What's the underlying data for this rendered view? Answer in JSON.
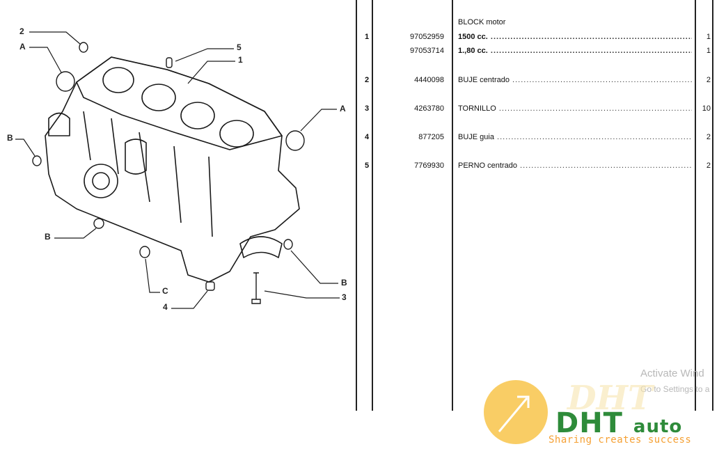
{
  "diagram": {
    "callouts": [
      {
        "id": "c2",
        "label": "2"
      },
      {
        "id": "cA1",
        "label": "A"
      },
      {
        "id": "c5",
        "label": "5"
      },
      {
        "id": "c1",
        "label": "1"
      },
      {
        "id": "cA2",
        "label": "A"
      },
      {
        "id": "cB1",
        "label": "B"
      },
      {
        "id": "cB2",
        "label": "B"
      },
      {
        "id": "cB3",
        "label": "B"
      },
      {
        "id": "cC",
        "label": "C"
      },
      {
        "id": "c4",
        "label": "4"
      },
      {
        "id": "c3",
        "label": "3"
      }
    ]
  },
  "parts_table": {
    "section_title": "BLOCK motor",
    "rows": [
      {
        "item": "1",
        "part_no": "97052959",
        "description": "1500 cc.",
        "qty": "1",
        "bold": true
      },
      {
        "item": "",
        "part_no": "97053714",
        "description": "1.,80 cc.",
        "qty": "1",
        "bold": true
      },
      {
        "item": "2",
        "part_no": "4440098",
        "description": "BUJE centrado",
        "qty": "2",
        "bold": false
      },
      {
        "item": "3",
        "part_no": "4263780",
        "description": "TORNILLO",
        "qty": "10",
        "bold": false
      },
      {
        "item": "4",
        "part_no": "877205",
        "description": "BUJE guia",
        "qty": "2",
        "bold": false
      },
      {
        "item": "5",
        "part_no": "7769930",
        "description": "PERNO centrado",
        "qty": "2",
        "bold": false
      }
    ]
  },
  "watermark": {
    "line1": "Activate Wind",
    "line2": "Go to Settings to a"
  },
  "logo": {
    "brand": "DHT",
    "suffix": "auto",
    "slogan": "Sharing creates success",
    "colors": {
      "green": "#2e8b3a",
      "orange": "#f5a033",
      "circle": "#f8c44a"
    }
  }
}
